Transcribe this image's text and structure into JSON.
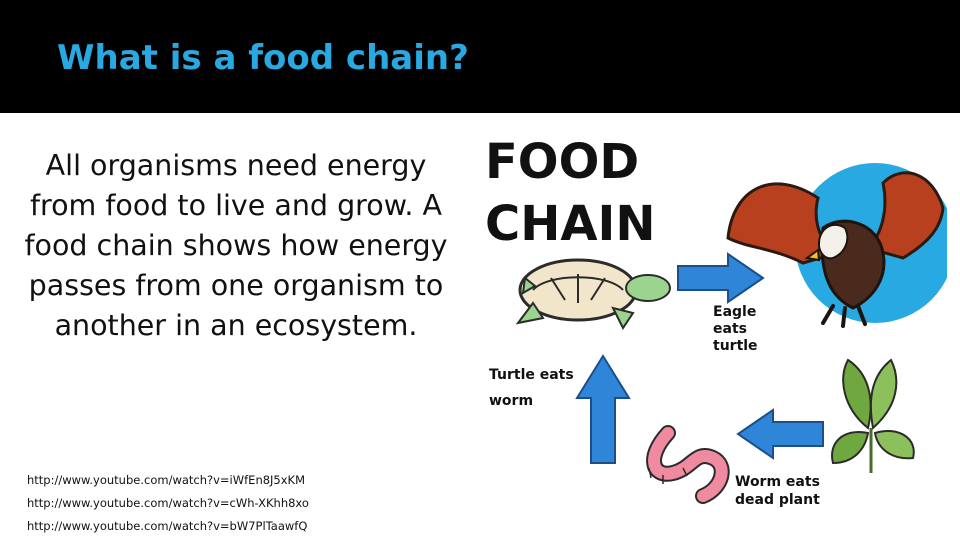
{
  "slide": {
    "title": "What is a food chain?",
    "body": "All organisms need energy from food to live and grow. A food chain shows how energy passes from one organism to another in an ecosystem.",
    "links": [
      "http://www.youtube.com/watch?v=iWfEn8J5xKM",
      "http://www.youtube.com/watch?v=cWh-XKhh8xo",
      "http://www.youtube.com/watch?v=bW7PlTaawfQ"
    ]
  },
  "diagram": {
    "title_line1": "FOOD",
    "title_line2": "CHAIN",
    "caption_eagle": [
      "Eagle",
      "eats",
      "turtle"
    ],
    "caption_turtle": [
      "Turtle eats",
      "worm"
    ],
    "caption_worm": [
      "Worm eats",
      "dead plant"
    ],
    "colors": {
      "arrow": "#2f86d9",
      "sky_circle": "#29a9e1",
      "shell": "#f1e6c9",
      "turtle_skin": "#9bd48e",
      "worm": "#f08aa0",
      "leaf": "#6fa83f",
      "eagle_wing": "#b8401e"
    }
  }
}
